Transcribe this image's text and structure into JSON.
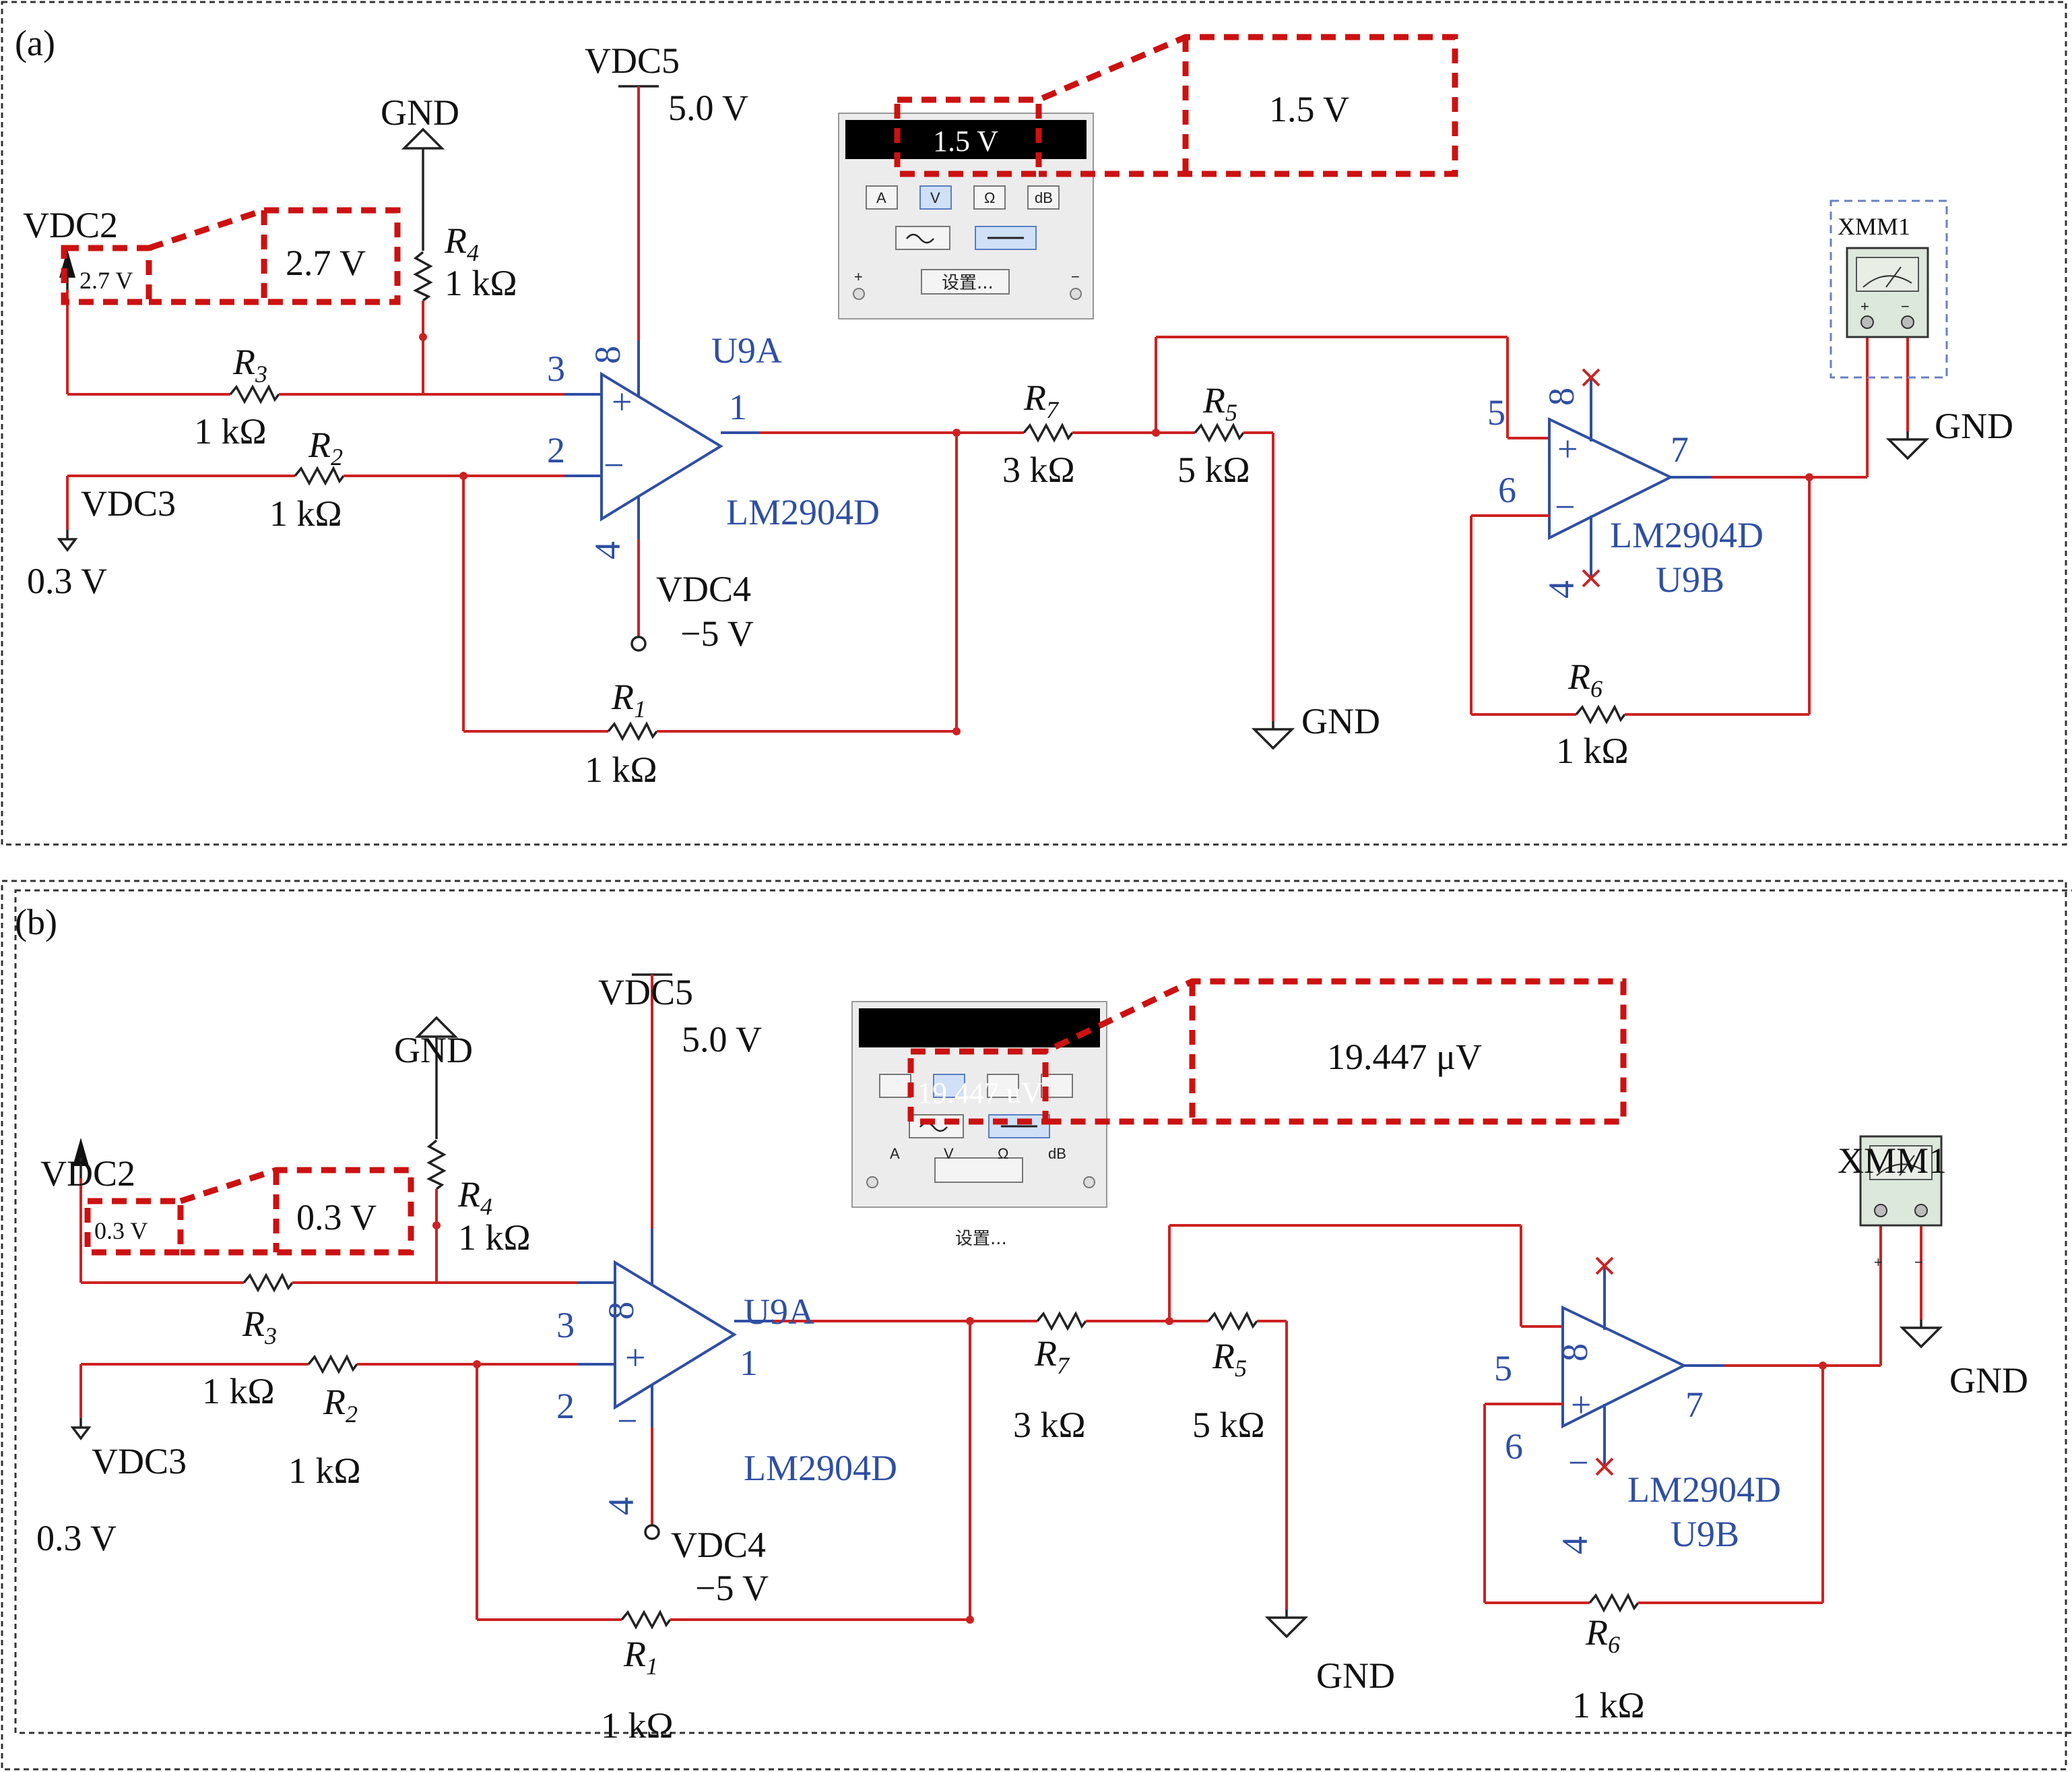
{
  "panels": [
    {
      "label": "(a)",
      "vdc5": "VDC5",
      "vdc5_value": "5.0 V",
      "gnd": "GND",
      "vdc2": "VDC2",
      "vdc2_value_small": "2.7 V",
      "vdc2_value_big": "2.7 V",
      "vdc3": "VDC3",
      "vdc3_value": "0.3 V",
      "vdc4": "VDC4",
      "vdc4_value": "−5 V",
      "r1": "R",
      "r1_sub": "1",
      "r1_value": "1 kΩ",
      "r2": "R",
      "r2_sub": "2",
      "r2_value": "1 kΩ",
      "r3": "R",
      "r3_sub": "3",
      "r3_value": "1 kΩ",
      "r4": "R",
      "r4_sub": "4",
      "r4_value": "1 kΩ",
      "r5": "R",
      "r5_sub": "5",
      "r5_value": "5 kΩ",
      "r6": "R",
      "r6_sub": "6",
      "r6_value": "1 kΩ",
      "r7": "R",
      "r7_sub": "7",
      "r7_value": "3 kΩ",
      "u9a": "U9A",
      "u9a_part": "LM2904D",
      "u9b": "U9B",
      "u9b_part": "LM2904D",
      "pin3": "3",
      "pin2": "2",
      "pin1": "1",
      "pin8": "8",
      "pin4": "4",
      "pin5": "5",
      "pin6": "6",
      "pin7": "7",
      "pin8b": "8",
      "pin4b": "4",
      "xmm": "XMM1",
      "meter_display": "1.5 V",
      "meter_callout": "1.5 V",
      "meter_buttons": [
        "A",
        "V",
        "Ω",
        "dB"
      ],
      "meter_settings": "设置...",
      "plus": "+",
      "minus": "−"
    },
    {
      "label": "(b)",
      "vdc5": "VDC5",
      "vdc5_value": "5.0 V",
      "gnd": "GND",
      "vdc2": "VDC2",
      "vdc2_value_small": "0.3 V",
      "vdc2_value_big": "0.3 V",
      "vdc3": "VDC3",
      "vdc3_value": "0.3 V",
      "vdc4": "VDC4",
      "vdc4_value": "−5 V",
      "r1": "R",
      "r1_sub": "1",
      "r1_value": "1 kΩ",
      "r2": "R",
      "r2_sub": "2",
      "r2_value": "1 kΩ",
      "r3": "R",
      "r3_sub": "3",
      "r3_value": "1 kΩ",
      "r4": "R",
      "r4_sub": "4",
      "r4_value": "1 kΩ",
      "r5": "R",
      "r5_sub": "5",
      "r5_value": "5 kΩ",
      "r6": "R",
      "r6_sub": "6",
      "r6_value": "1 kΩ",
      "r7": "R",
      "r7_sub": "7",
      "r7_value": "3 kΩ",
      "u9a": "U9A",
      "u9a_part": "LM2904D",
      "u9b": "U9B",
      "u9b_part": "LM2904D",
      "pin3": "3",
      "pin2": "2",
      "pin1": "1",
      "pin8": "8",
      "pin4": "4",
      "pin5": "5",
      "pin6": "6",
      "pin7": "7",
      "pin8b": "8",
      "pin4b": "4",
      "xmm": "XMM1",
      "meter_display": "19.447 uV",
      "meter_callout": "19.447 μV",
      "meter_buttons": [
        "A",
        "V",
        "Ω",
        "dB"
      ],
      "meter_settings": "设置...",
      "plus": "+",
      "minus": "−"
    }
  ]
}
